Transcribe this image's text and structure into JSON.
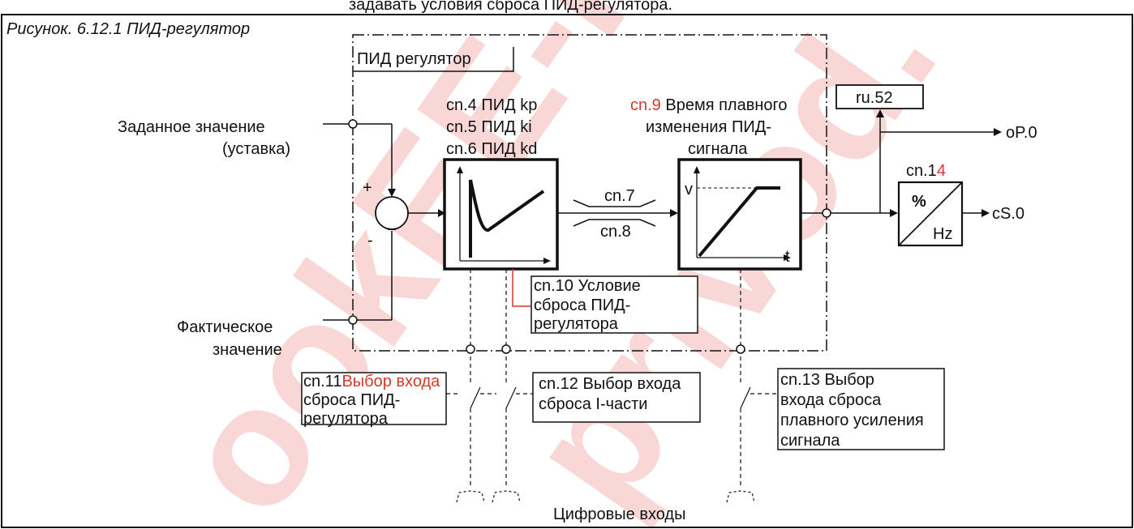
{
  "top_caption": "задавать условия сброса ПИД-регулятора.",
  "figure_title": "Рисунок. 6.12.1 ПИД-регулятор",
  "pid_block_label": "ПИД регулятор",
  "inputs": {
    "setpoint_line1": "Заданное значение",
    "setpoint_line2": "(уставка)",
    "actual_line1": "Фактическое",
    "actual_line2": "значение",
    "plus": "+",
    "minus": "-"
  },
  "pid_params": {
    "kp_code": "cn.4",
    "kp_text": " ПИД kp",
    "ki_code": "cn.5",
    "ki_text": " ПИД ki",
    "kd_code": "cn.6",
    "kd_text": " ПИД kd"
  },
  "limits": {
    "upper": "cn.7",
    "lower": "cn.8"
  },
  "ramp": {
    "code": "cn.9",
    "line1": " Время плавного",
    "line2": "изменения ПИД-",
    "line3": "сигнала",
    "axis_v": "v",
    "axis_t": "t"
  },
  "outputs": {
    "ru_box": "ru.52",
    "op": "oP.0",
    "cs": "cS.0",
    "cn14_code": "cn.1",
    "cn14_digit": "4",
    "percent": "%",
    "hz": "Hz"
  },
  "reset_condition": {
    "line1": "cn.10 Условие",
    "line2": "сброса ПИД-",
    "line3": "регулятора"
  },
  "reset_inputs": {
    "cn11_code": "cn.11",
    "cn11_line1": "Выбор входа",
    "cn11_line2": "сброса ПИД-",
    "cn11_line3": "регулятора",
    "cn12_line1": "cn.12 Выбор входа",
    "cn12_line2": "сброса I-части",
    "cn13_line1": "cn.13 Выбор",
    "cn13_line2": "входа сброса",
    "cn13_line3": "плавного усиления",
    "cn13_line4": "сигнала"
  },
  "digital_inputs_label": "Цифровые входы",
  "colors": {
    "text": "#111111",
    "accent_red": "#d23a2a",
    "watermark": "#f6b8b8"
  }
}
